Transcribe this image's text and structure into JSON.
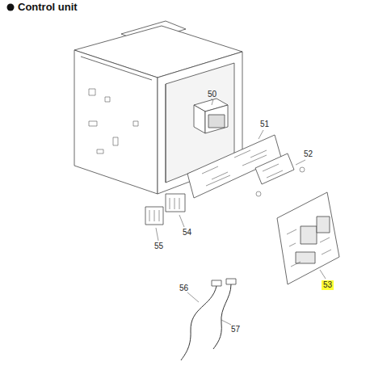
{
  "diagram": {
    "title": "Control unit",
    "labels": [
      "50",
      "51",
      "52",
      "53",
      "54",
      "55",
      "56",
      "57"
    ]
  }
}
